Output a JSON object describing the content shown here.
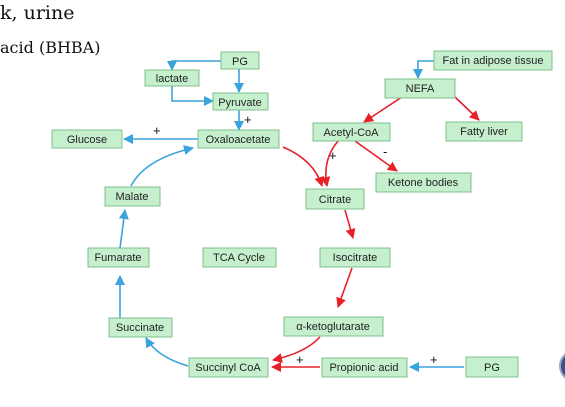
{
  "header": {
    "line1": "k, urine",
    "line2": "acid (BHBA)"
  },
  "diagram": {
    "nodes": {
      "pg_top": "PG",
      "lactate": "lactate",
      "pyruvate": "Pyruvate",
      "glucose": "Glucose",
      "oxaloacetate": "Oxaloacetate",
      "fat_adipose": "Fat in adipose tissue",
      "nefa": "NEFA",
      "acetyl_coa": "Acetyl-CoA",
      "fatty_liver": "Fatty liver",
      "ketone_bodies": "Ketone bodies",
      "malate": "Malate",
      "citrate": "Citrate",
      "fumarate": "Fumarate",
      "tca_cycle": "TCA Cycle",
      "isocitrate": "Isocitrate",
      "succinate": "Succinate",
      "akg": "α-ketoglutarate",
      "succinyl_coa": "Succinyl CoA",
      "propionic_acid": "Propionic acid",
      "pg_bottom": "PG"
    },
    "signs": {
      "pyr_oxa": "+",
      "oxa_glucose": "+",
      "acetyl_citrate": "+",
      "acetyl_ketone": "-",
      "prop_succ": "+",
      "pg_prop": "+"
    }
  },
  "colors": {
    "node_fill": "#c6efce",
    "node_border": "#7fbf8e",
    "blue_arrow": "#3aa3dc",
    "red_arrow": "#e8202a"
  }
}
